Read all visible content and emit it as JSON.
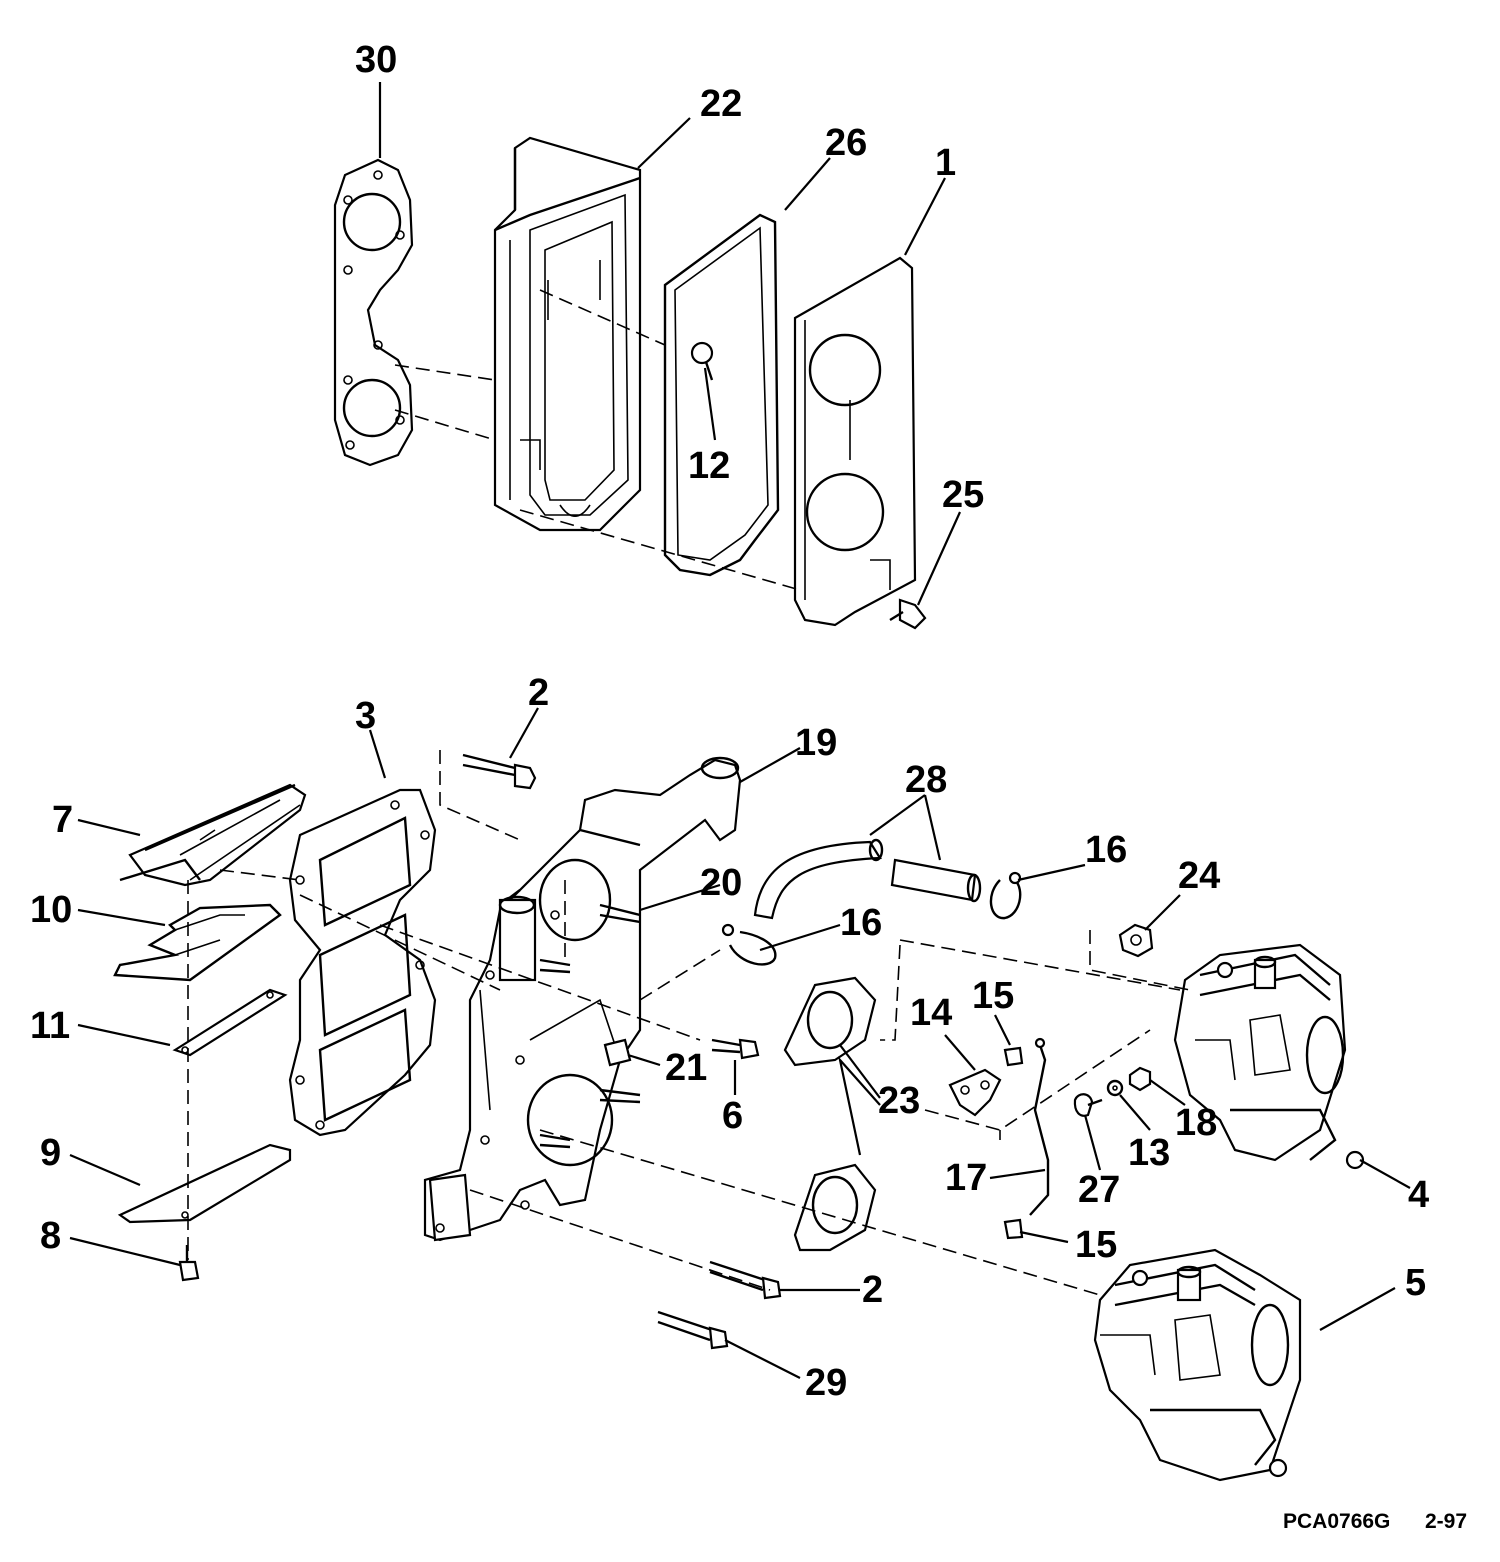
{
  "diagram": {
    "callouts": [
      {
        "id": "30",
        "label": "30"
      },
      {
        "id": "22",
        "label": "22"
      },
      {
        "id": "26",
        "label": "26"
      },
      {
        "id": "1",
        "label": "1"
      },
      {
        "id": "12",
        "label": "12"
      },
      {
        "id": "25",
        "label": "25"
      },
      {
        "id": "2a",
        "label": "2"
      },
      {
        "id": "3",
        "label": "3"
      },
      {
        "id": "19",
        "label": "19"
      },
      {
        "id": "28",
        "label": "28"
      },
      {
        "id": "7",
        "label": "7"
      },
      {
        "id": "16a",
        "label": "16"
      },
      {
        "id": "20",
        "label": "20"
      },
      {
        "id": "24",
        "label": "24"
      },
      {
        "id": "10",
        "label": "10"
      },
      {
        "id": "16b",
        "label": "16"
      },
      {
        "id": "15a",
        "label": "15"
      },
      {
        "id": "14",
        "label": "14"
      },
      {
        "id": "11",
        "label": "11"
      },
      {
        "id": "21",
        "label": "21"
      },
      {
        "id": "6",
        "label": "6"
      },
      {
        "id": "23",
        "label": "23"
      },
      {
        "id": "18",
        "label": "18"
      },
      {
        "id": "13",
        "label": "13"
      },
      {
        "id": "9",
        "label": "9"
      },
      {
        "id": "17",
        "label": "17"
      },
      {
        "id": "27",
        "label": "27"
      },
      {
        "id": "4",
        "label": "4"
      },
      {
        "id": "8",
        "label": "8"
      },
      {
        "id": "15b",
        "label": "15"
      },
      {
        "id": "2b",
        "label": "2"
      },
      {
        "id": "5",
        "label": "5"
      },
      {
        "id": "29",
        "label": "29"
      }
    ],
    "footer": {
      "code": "PCA0766G",
      "date": "2-97"
    }
  }
}
